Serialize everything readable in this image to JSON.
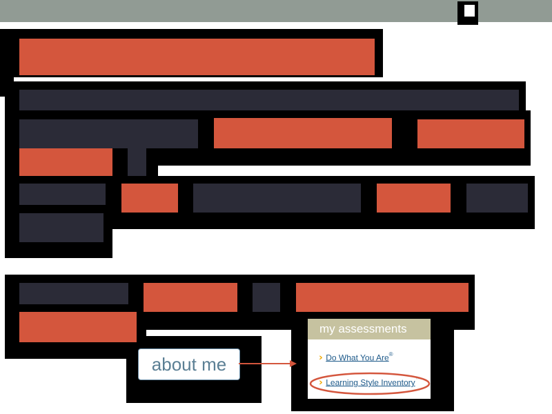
{
  "about_button": {
    "label": "about me"
  },
  "assessments": {
    "title": "my assessments",
    "items": [
      {
        "label": "Do What You Are",
        "mark": "®"
      },
      {
        "label": "Learning Style Inventory",
        "mark": "™"
      }
    ]
  },
  "colors": {
    "top_bar": "#919b94",
    "redaction_orange": "#d4563d",
    "redaction_dark": "#2b2b37",
    "arrow": "#d4563d",
    "highlight_ellipse": "#d4563d",
    "link": "#1e5a8a",
    "panel_header": "#c6c2a0"
  },
  "icons": {
    "chevron": "chevron-right-icon",
    "arrow": "arrow-right-icon"
  }
}
